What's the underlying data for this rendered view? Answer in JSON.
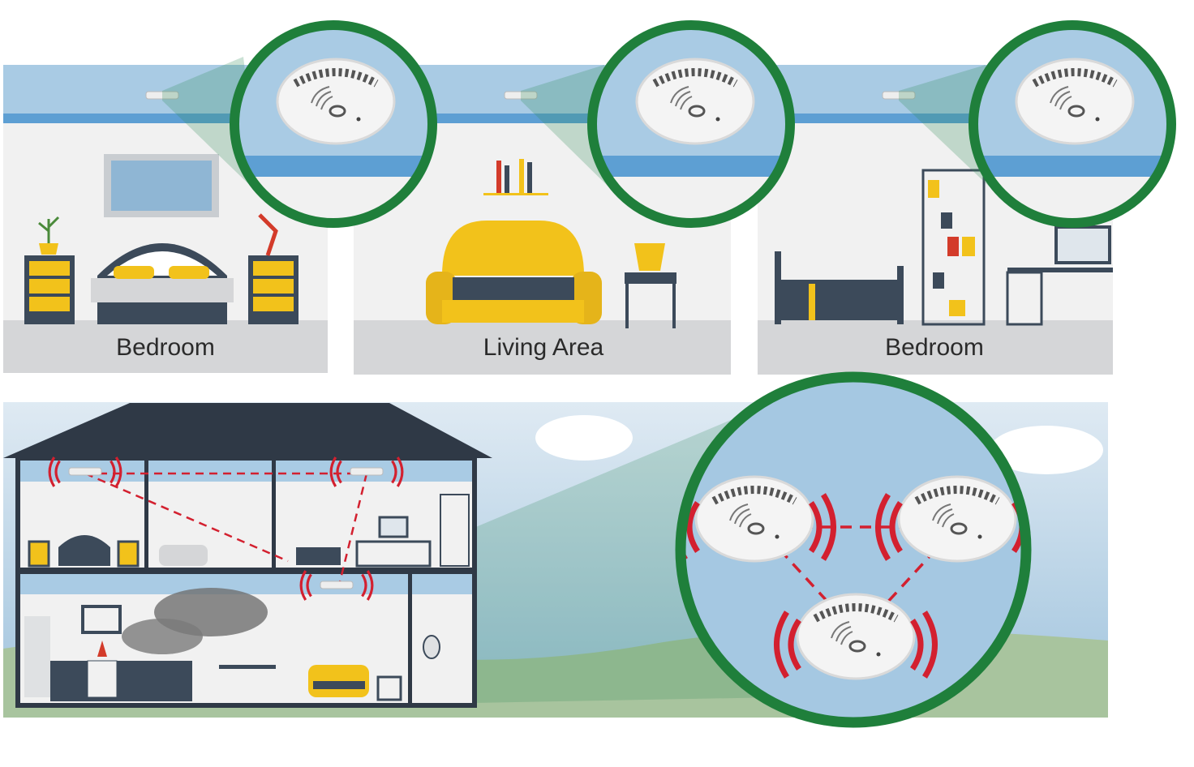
{
  "rooms": [
    {
      "label": "Bedroom"
    },
    {
      "label": "Living Area"
    },
    {
      "label": "Bedroom"
    }
  ],
  "colors": {
    "ring": "#1f7f3b",
    "ceiling": "#a9cbe4",
    "ceiling_stripe": "#5d9fd3",
    "wall": "#f1f1f1",
    "floor": "#d5d6d8",
    "roof": "#2f3946",
    "alarm_waves": "#d3202f",
    "furniture_yellow": "#f2c21b",
    "furniture_dark": "#3c4a5a"
  },
  "icons": [
    "smoke-detector-icon",
    "alarm-signal-icon",
    "interconnect-link-icon"
  ]
}
